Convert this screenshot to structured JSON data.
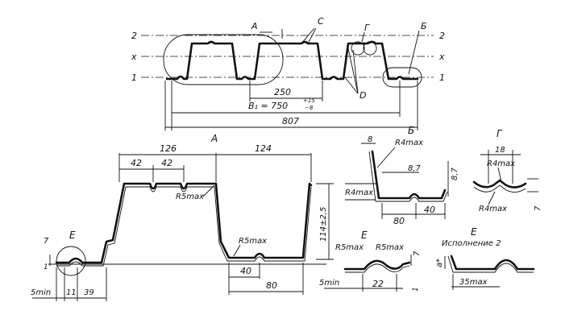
{
  "drawing": {
    "axis_labels": {
      "line2": "2",
      "linex": "x",
      "line1": "1"
    },
    "callouts": {
      "a": "А",
      "b": "Б",
      "c": "С",
      "g": "Г",
      "d": "D",
      "e": "Е"
    },
    "dims_top": {
      "pitch": "250",
      "b1": "B₁ = 750",
      "b1_tol_upper": "+15",
      "b1_tol_lower": "−8",
      "overall": "807"
    },
    "view_a": {
      "title": "А",
      "top_width": "126",
      "right_span": "124",
      "inner_a": "42",
      "inner_b": "42",
      "radius_top": "R5max",
      "radius_bottom": "R5max",
      "height": "114±2,5",
      "bottom_inner": "40",
      "bottom_width": "80",
      "left_height": "7",
      "left_small": "1",
      "min_edge": "5min",
      "edge_11": "11",
      "edge_39": "39"
    },
    "view_b": {
      "title": "Б",
      "top_8": "8",
      "r4max_top": "R4max",
      "r4max_left": "R4max",
      "dim_87a": "8,7",
      "dim_87b": "8,7",
      "width_80": "80",
      "width_40": "40"
    },
    "view_g": {
      "title": "Г",
      "width_18": "18",
      "r4max_a": "R4max",
      "r4max_b": "R4max",
      "height_7": "7"
    },
    "view_e1": {
      "title": "Е",
      "r5max_a": "R5max",
      "r5max_b": "R5max",
      "height_7": "7",
      "min_edge": "5min",
      "width_22": "22",
      "small_1": "1"
    },
    "view_e2": {
      "title": "Е",
      "subtitle": "Исполнение 2",
      "height_a": "a*",
      "width_35": "35max"
    }
  }
}
